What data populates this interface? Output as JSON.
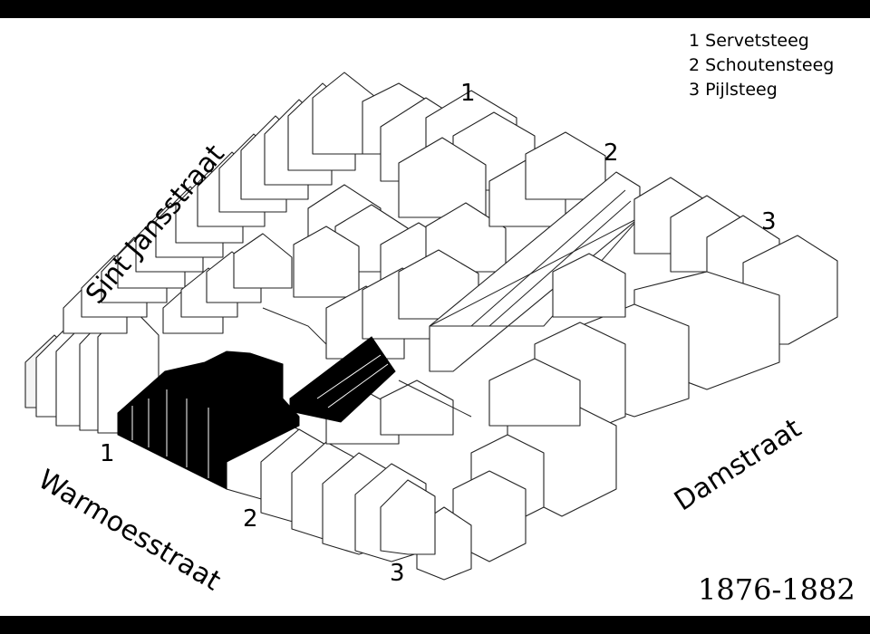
{
  "map": {
    "legend": [
      "1 Servetsteeg",
      "2 Schoutensteeg",
      "3 Pijlsteeg"
    ],
    "streets": {
      "sint_jansstraat": "Sint Jansstraat",
      "warmoesstraat": "Warmoesstraat",
      "damstraat": "Damstraat"
    },
    "alley_numbers": {
      "top_1": "1",
      "top_2": "2",
      "top_3": "3",
      "bottom_1": "1",
      "bottom_2": "2",
      "bottom_3": "3"
    },
    "period": "1876-1882",
    "colors": {
      "background": "#ffffff",
      "frame_bars": "#000000",
      "highlighted_buildings": "#000000",
      "outline": "#222222"
    }
  }
}
